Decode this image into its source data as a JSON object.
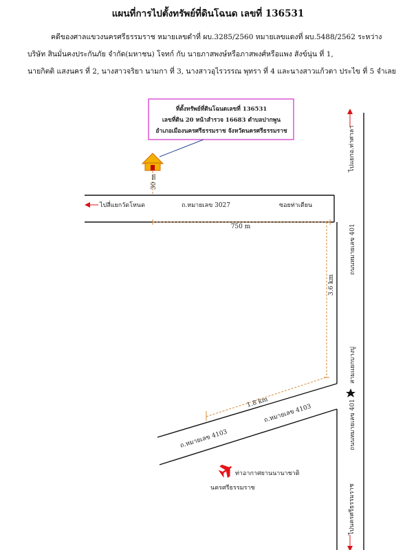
{
  "title": "แผนที่การไปตั้งทรัพย์ที่ดินโฉนด เลขที่ 136531",
  "description": {
    "line1": "คดีของศาลแขวงนครศรีธรรมราช หมายเลขดำที่ ผบ.3285/2560 หมายเลขแดงที่ ผบ.5488/2562 ระหว่าง",
    "line2": "บริษัท สินมั่นคงประกันภัย จำกัด(มหาชน) โจทก์ กับ นายภาสพงษ์หรือภาสพงศ์หรือแพง สังข์นุ่น ที่ 1,",
    "line3": "นายกิตติ แสงนคร ที่ 2, นางสาวจริยา นามกา ที่ 3, นางสาวอุไรวรรณ พุทรา ที่ 4 และนางสาวแก้วตา ประไข ที่ 5 จำเลย"
  },
  "callout": {
    "line1": "ที่ตั้งทรัพย์ที่ดินโฉนดเลขที่ 136531",
    "line2": "เลขที่ดิน 20 หน้าสำรวจ 16683 ตำบลปากพูน",
    "line3": "อำเภอเมืองนครศรีธรรมราช จังหวัดนครศรีธรรมราช"
  },
  "labels": {
    "dist_30m": "30 m",
    "to_wat_noen": "ไปสี่แยกวัดโหนด",
    "road_3027": "ถ.หมายเลข 3027",
    "soi_tha_tian": "ซอยท่าเตียน",
    "to_tha_sala": "ไปแยกอ.ท่าศาลา",
    "dist_750m": "750 m",
    "dist_3_6km": "3.6 km",
    "road_401_upper": "ถนนหมายเลข 401",
    "road_401_lower": "ถนนหมายเลข 401",
    "hotel": "สามแยกบางปู",
    "dist_1_8km": "1.8 km",
    "road_4103_upper": "ถ.หมายเลข 4103",
    "road_4103_lower": "ถ.หมายเลข 4103",
    "airport_line1": "ท่าอากาศยานนานาชาติ",
    "airport_line2": "นครศรีธรรมราช",
    "to_nakhon": "ไปนครศรีธรรมราช"
  },
  "colors": {
    "callout_border": "#d63bd0",
    "route": "#d88a3a",
    "arrow": "#d9141a",
    "house": "#f2b100",
    "house_roof": "#d36a00",
    "airplane": "#e5141a",
    "road": "#111111"
  },
  "icons": {
    "property": "house-icon",
    "landmark": "star-icon",
    "airport": "airplane-icon"
  }
}
